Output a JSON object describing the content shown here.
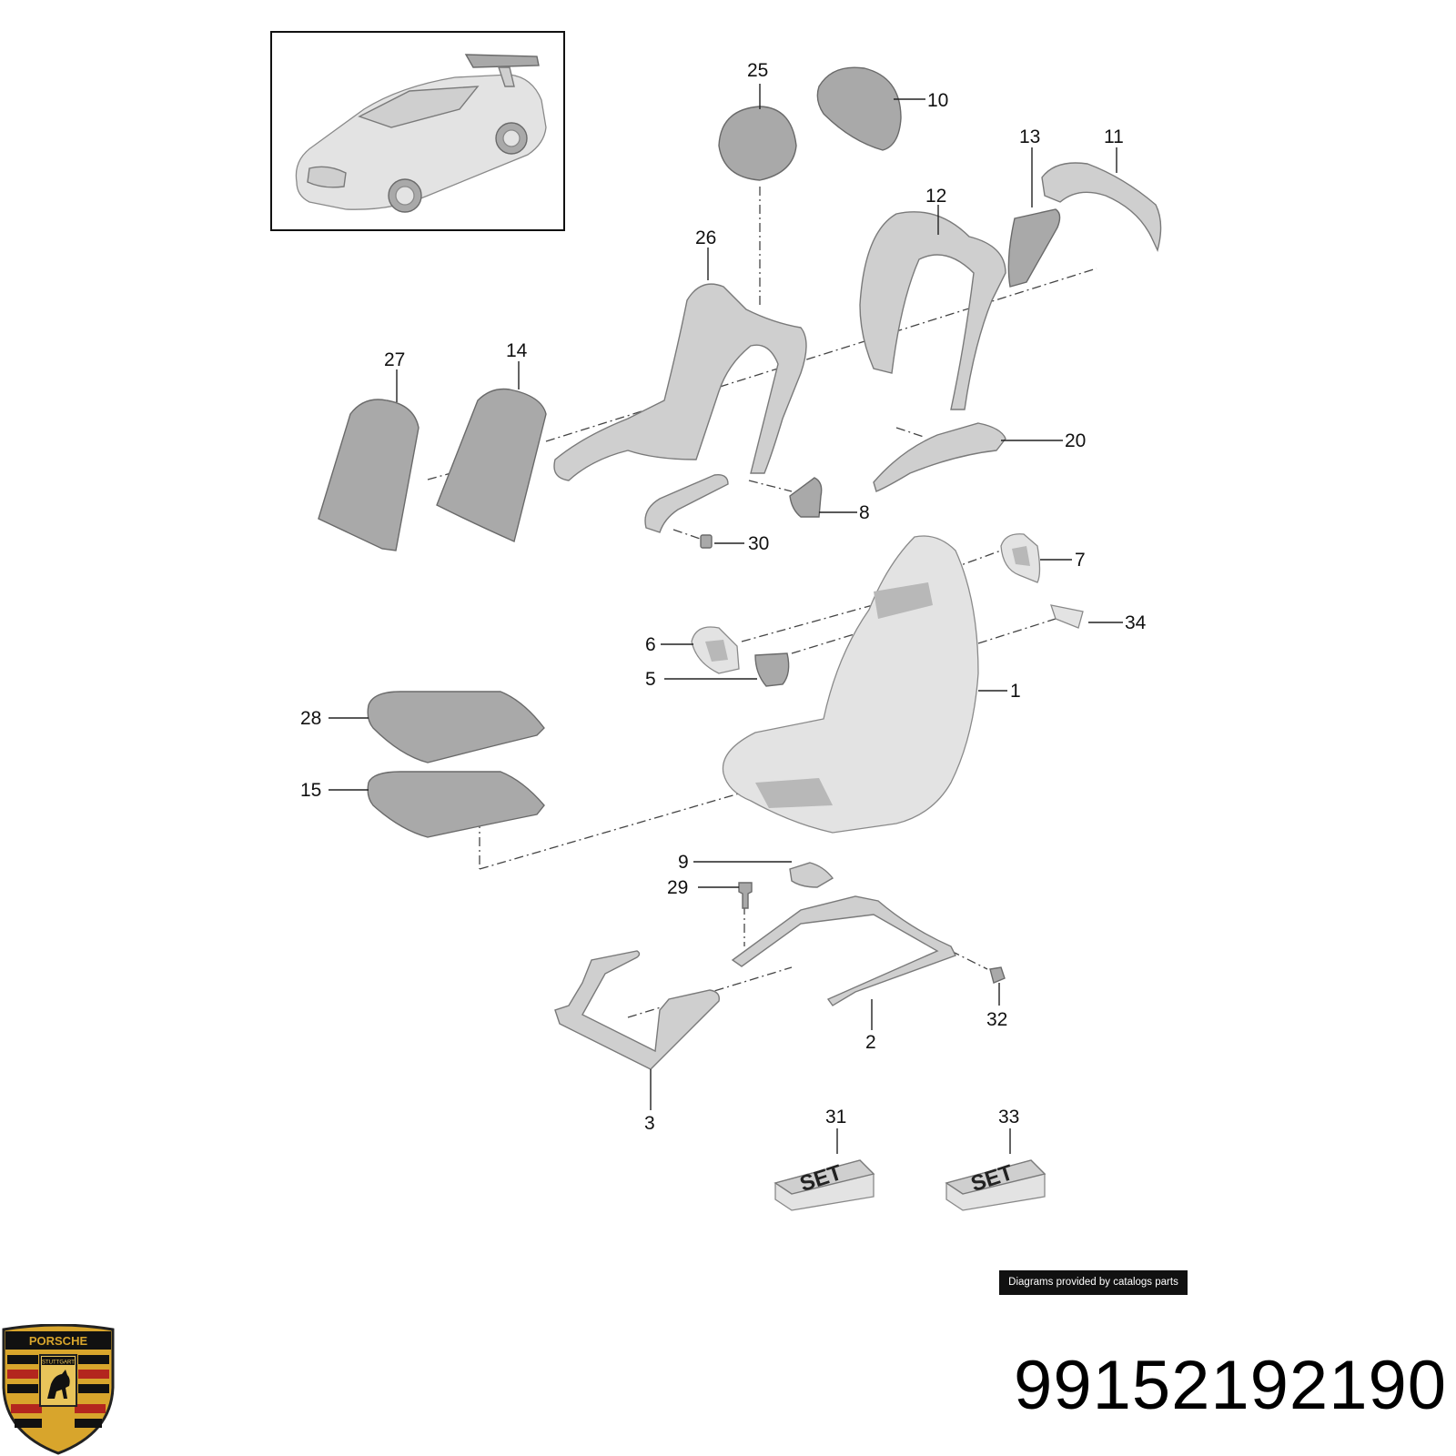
{
  "diagram": {
    "callouts": [
      "25",
      "10",
      "13",
      "11",
      "12",
      "26",
      "27",
      "14",
      "20",
      "8",
      "30",
      "7",
      "34",
      "6",
      "5",
      "1",
      "28",
      "15",
      "9",
      "29",
      "32",
      "2",
      "3",
      "31",
      "33"
    ],
    "set_label": "SET",
    "credit": "Diagrams provided by catalogs parts",
    "part_number": "99152192190",
    "logo_text": {
      "top": "PORSCHE",
      "city": "STUTTGART"
    }
  },
  "colors": {
    "part_fill": "#cfcfcf",
    "part_stroke": "#7a7a7a",
    "badge_bg": "#111111",
    "logo_gold": "#d8a52c",
    "logo_red": "#b3261e"
  }
}
